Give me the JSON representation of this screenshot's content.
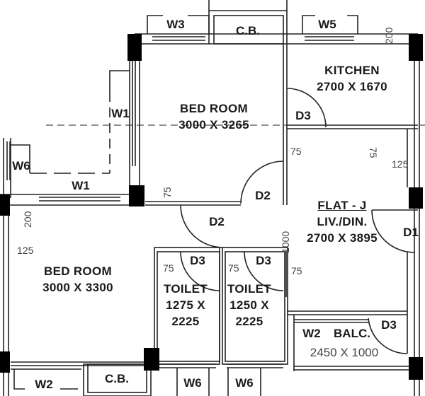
{
  "plan": {
    "flat_label": "FLAT - J",
    "rooms": [
      {
        "id": "bedroom-top",
        "name": "BED ROOM",
        "dims": "3000 X 3265"
      },
      {
        "id": "kitchen",
        "name": "KITCHEN",
        "dims": "2700 X 1670"
      },
      {
        "id": "living-dining",
        "name": "LIV./DIN.",
        "dims": "2700 X 3895"
      },
      {
        "id": "bedroom-bottom",
        "name": "BED ROOM",
        "dims": "3000 X 3300"
      },
      {
        "id": "toilet-1",
        "name": "TOILET",
        "dims_line1": "1275 X",
        "dims_line2": "2225"
      },
      {
        "id": "toilet-2",
        "name": "TOILET",
        "dims_line1": "1250 X",
        "dims_line2": "2225"
      },
      {
        "id": "balcony",
        "name": "BALC.",
        "dims": "2450 X 1000"
      }
    ],
    "windows": [
      {
        "id": "w3-top",
        "label": "W3"
      },
      {
        "id": "w5-top",
        "label": "W5"
      },
      {
        "id": "w1-vertical",
        "label": "W1"
      },
      {
        "id": "w1-horizontal",
        "label": "W1"
      },
      {
        "id": "w6-left",
        "label": "W6"
      },
      {
        "id": "w2-bottom-left",
        "label": "W2"
      },
      {
        "id": "w6-toilet-1",
        "label": "W6"
      },
      {
        "id": "w6-toilet-2",
        "label": "W6"
      },
      {
        "id": "w2-balcony",
        "label": "W2"
      }
    ],
    "cupboards": [
      {
        "id": "cb-top",
        "label": "C.B."
      },
      {
        "id": "cb-bottom",
        "label": "C.B."
      }
    ],
    "doors": [
      {
        "id": "d3-kitchen",
        "label": "D3"
      },
      {
        "id": "d2-bedroom-top",
        "label": "D2"
      },
      {
        "id": "d2-bedroom-bottom",
        "label": "D2"
      },
      {
        "id": "d1-entry",
        "label": "D1"
      },
      {
        "id": "d3-toilet-1",
        "label": "D3"
      },
      {
        "id": "d3-toilet-2",
        "label": "D3"
      },
      {
        "id": "d3-balcony",
        "label": "D3"
      }
    ],
    "dimensions": {
      "top_right_wall": "200",
      "kitchen_partition": "75",
      "right_wall": "125",
      "bedroom_top_partition_right": "75",
      "bedroom_top_partition_bottom": "75",
      "left_wall_200": "200",
      "left_wall_125": "125",
      "door_opening": "1000",
      "toilet_1_wall": "75",
      "toilet_2_wall": "75",
      "living_wall": "75"
    }
  }
}
